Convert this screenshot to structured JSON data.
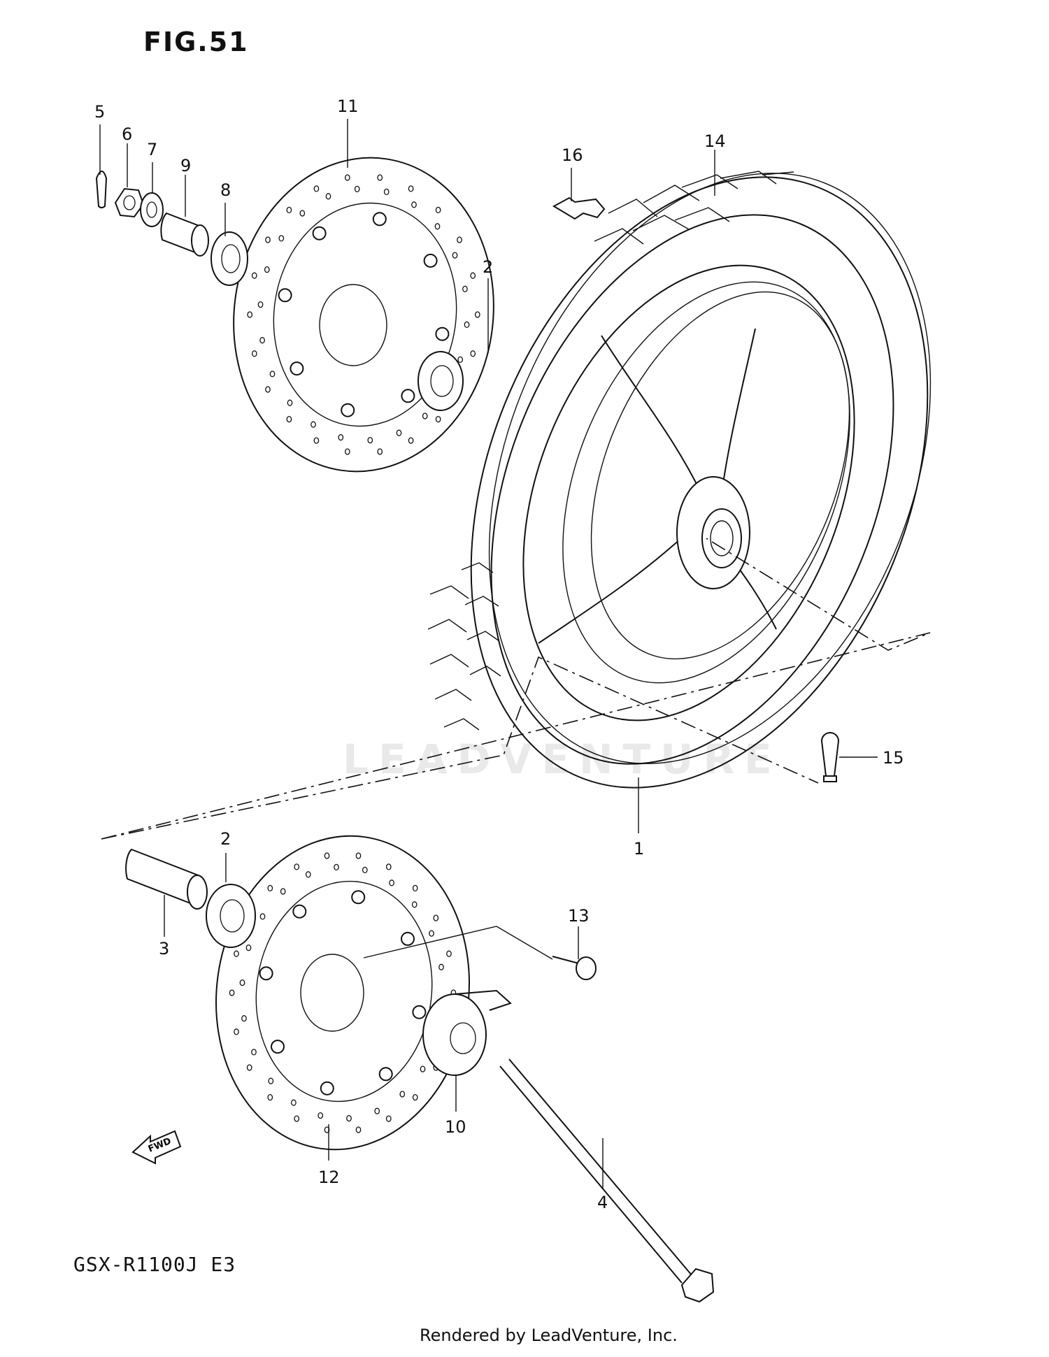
{
  "figure_title": "FIG.51",
  "model_code": "GSX-R1100J E3",
  "footer": "Rendered by LeadVenture, Inc.",
  "watermark": "LEADVENTURE",
  "fwd_label": "FWD",
  "callouts": [
    "5",
    "6",
    "7",
    "9",
    "8",
    "11",
    "16",
    "14",
    "2",
    "15",
    "1",
    "2",
    "3",
    "13",
    "10",
    "12",
    "4"
  ]
}
